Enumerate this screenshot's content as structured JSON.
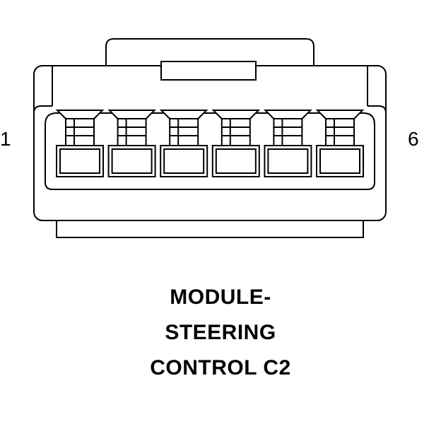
{
  "connector": {
    "pin_first": "1",
    "pin_last": "6",
    "cavity_count": 6,
    "stroke_color": "#000000",
    "fill_color": "#ffffff"
  },
  "caption": {
    "line1": "MODULE-",
    "line2": "STEERING",
    "line3": "CONTROL C2"
  }
}
